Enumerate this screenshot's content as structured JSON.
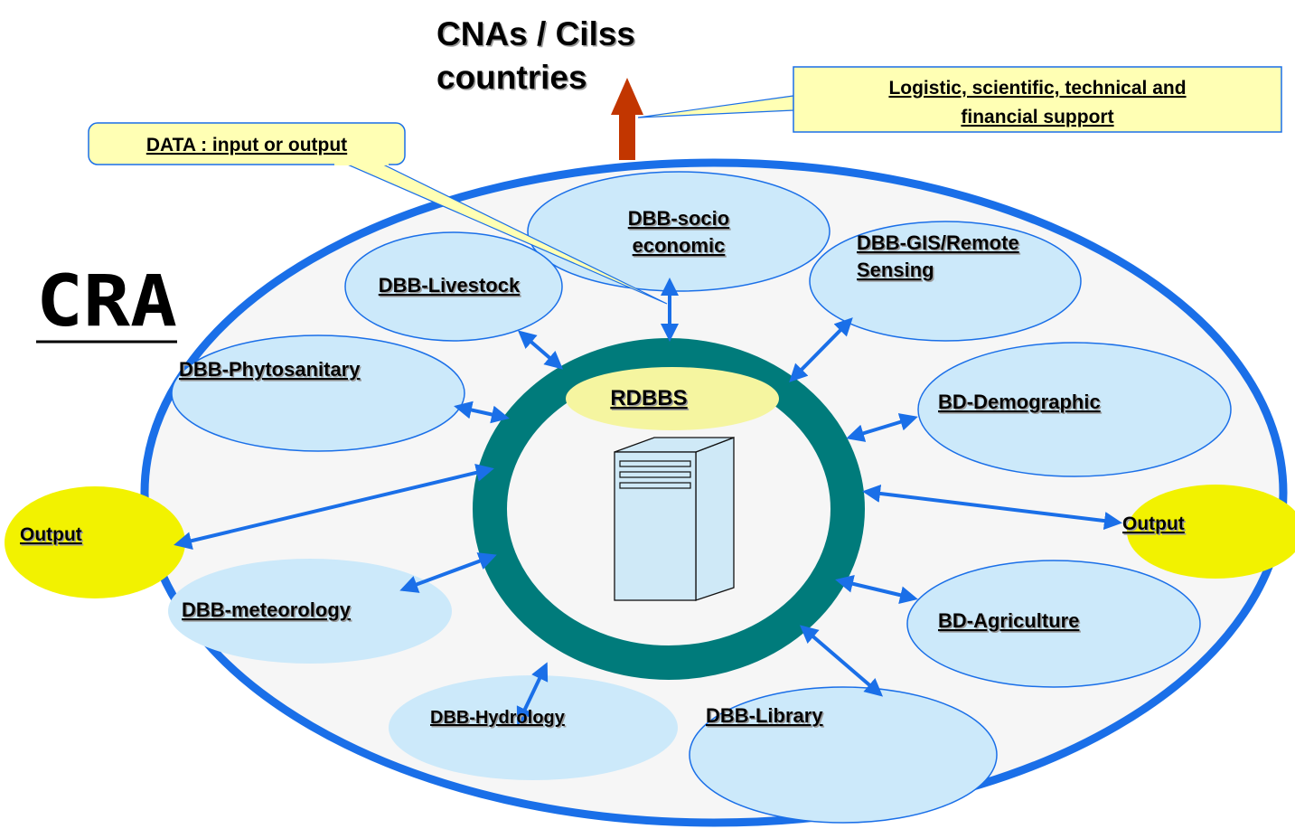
{
  "title_lines": [
    "CNAs / Cilss",
    "countries"
  ],
  "cra_label": "CRA",
  "support_callout": [
    "Logistic, scientific, technical and",
    "financial support"
  ],
  "data_callout": "DATA : input or output",
  "center_label": "RDBBS",
  "nodes": {
    "socio": [
      "DBB-socio",
      "economic"
    ],
    "gis": [
      "DBB-GIS/Remote",
      "Sensing"
    ],
    "livestock": [
      "DBB-Livestock"
    ],
    "phytosanitary": [
      "DBB-Phytosanitary"
    ],
    "demographic": [
      "BD-Demographic"
    ],
    "meteorology": [
      "DBB-meteorology"
    ],
    "agriculture": [
      "BD-Agriculture"
    ],
    "hydrology": [
      "DBB-Hydrology"
    ],
    "library": [
      "DBB-Library"
    ]
  },
  "outputs": {
    "left": "Output",
    "right": "Output"
  },
  "colors": {
    "outer_ring": "#1a6fe8",
    "node_fill": "#cce9fa",
    "hub_ring": "#007b7b",
    "center_label_fill": "#f5f5a0",
    "output_fill": "#f2f200",
    "callout_fill": "#ffffb4",
    "arrow": "#1a6fe8",
    "up_arrow": "#c23600"
  }
}
